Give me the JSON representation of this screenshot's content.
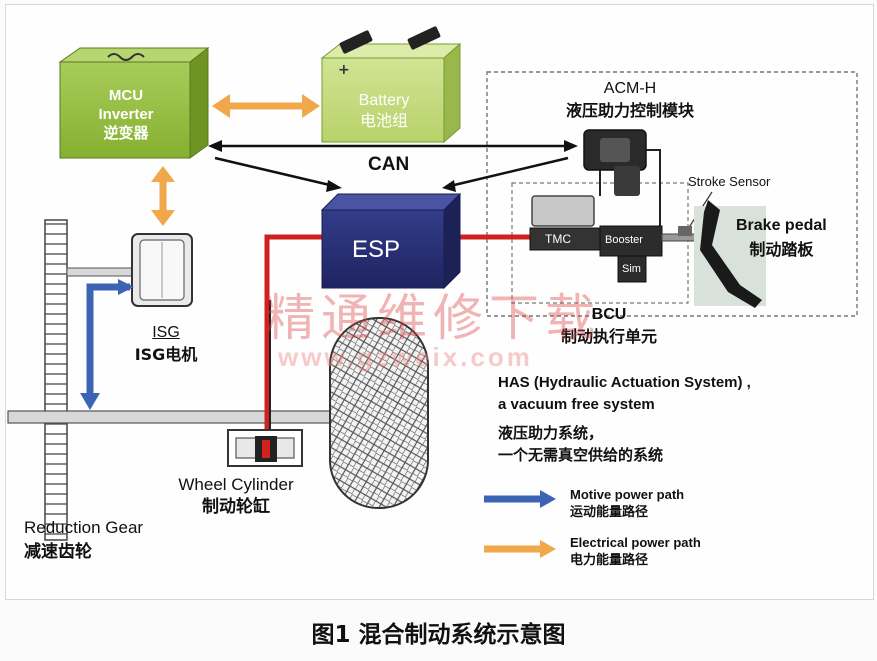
{
  "diagram": {
    "mcu": {
      "line1": "MCU",
      "line2": "Inverter",
      "line3": "逆变器"
    },
    "battery": {
      "line1": "Battery",
      "line2": "电池组",
      "plus": "+"
    },
    "can_label": "CAN",
    "esp_label": "ESP",
    "acmh": {
      "line1": "ACM-H",
      "line2": "液压助力控制模块"
    },
    "stroke_sensor": "Stroke Sensor",
    "brake_pedal": {
      "line1": "Brake pedal",
      "line2": "制动踏板"
    },
    "tmc": "TMC",
    "booster": "Booster",
    "sim": "Sim",
    "bcu": {
      "line1": "BCU",
      "line2": "制动执行单元"
    },
    "has": {
      "line1": "HAS (Hydraulic Actuation System) ,",
      "line2": "a vacuum free system",
      "line3": "液压助力系统，",
      "line4": "一个无需真空供给的系统"
    },
    "isg": {
      "line1": "ISG",
      "line2": "ISG电机"
    },
    "wheel_cylinder": {
      "line1": "Wheel Cylinder",
      "line2": "制动轮缸"
    },
    "reduction_gear": {
      "line1": "Reduction Gear",
      "line2": "减速齿轮"
    },
    "legend": [
      {
        "en": "Motive power path",
        "zh": "运动能量路径",
        "color": "#3c64b4"
      },
      {
        "en": "Electrical power path",
        "zh": "电力能量路径",
        "color": "#f0a84a"
      }
    ],
    "watermark": {
      "line1": "精通维修下载",
      "line2": "www.gzweix.com"
    }
  },
  "caption": "图1 混合制动系统示意图",
  "colors": {
    "mcu": "#8fbc3a",
    "battery": "#b4d468",
    "esp": "#2a3276",
    "hydraulic": "#e02a2a",
    "electrical": "#f0a84a",
    "motive": "#3c64b4"
  }
}
